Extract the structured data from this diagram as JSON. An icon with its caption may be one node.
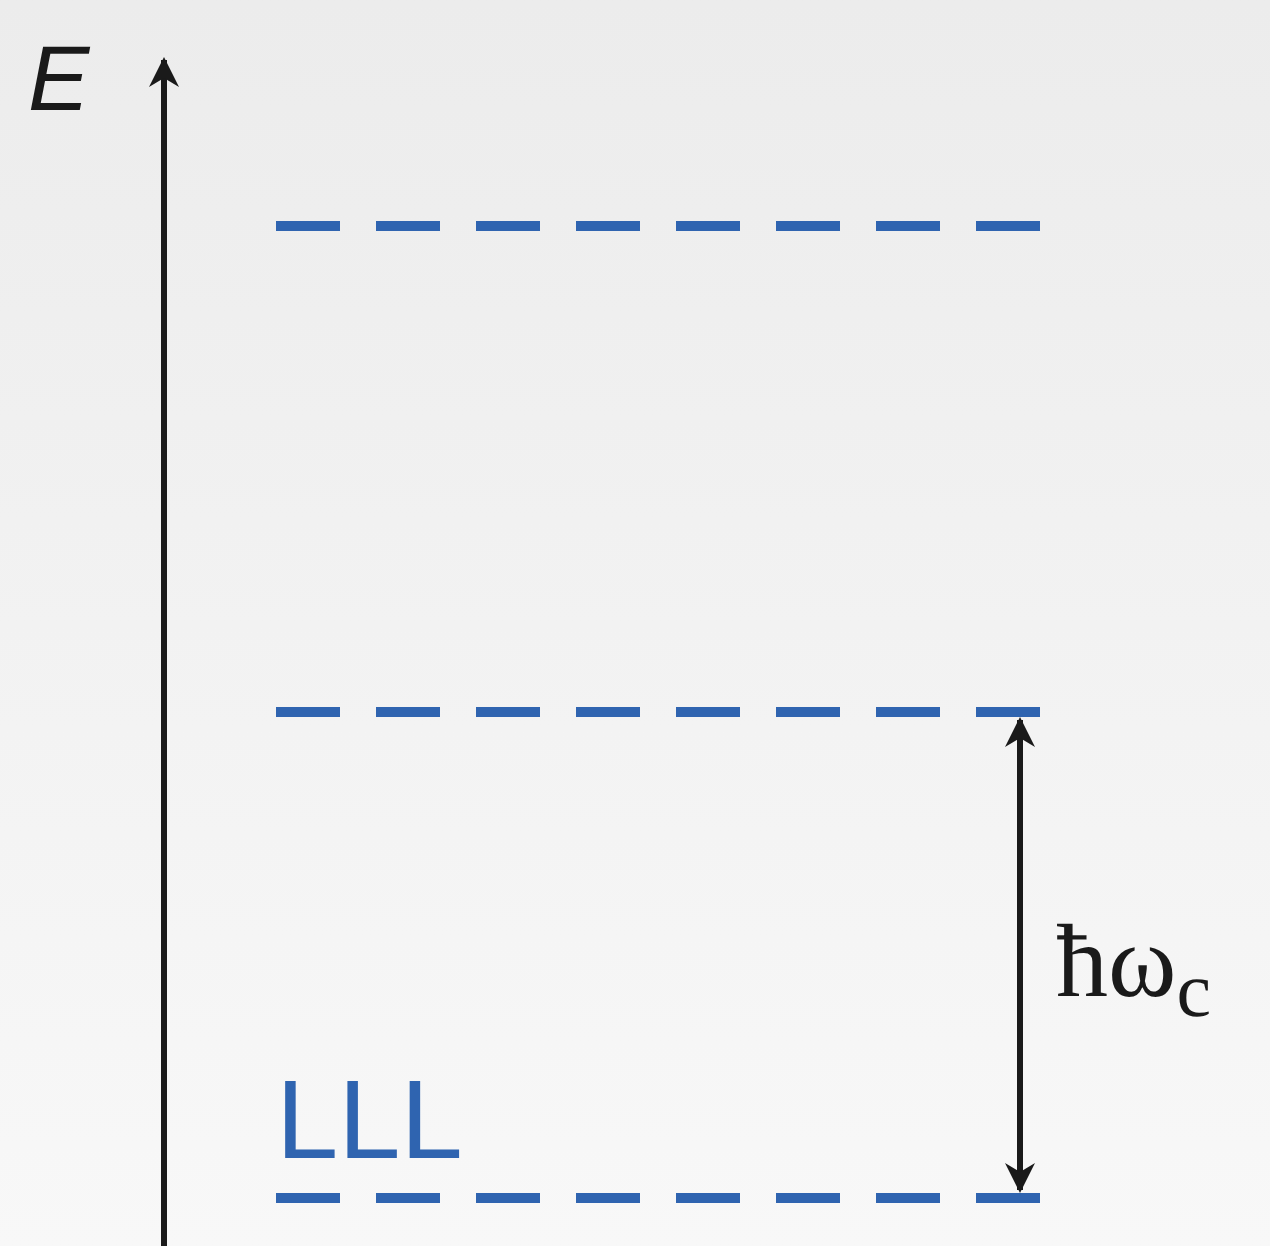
{
  "diagram": {
    "labels": [
      "E",
      "LLL",
      "ħω$_{c}$"
    ]
  }
}
